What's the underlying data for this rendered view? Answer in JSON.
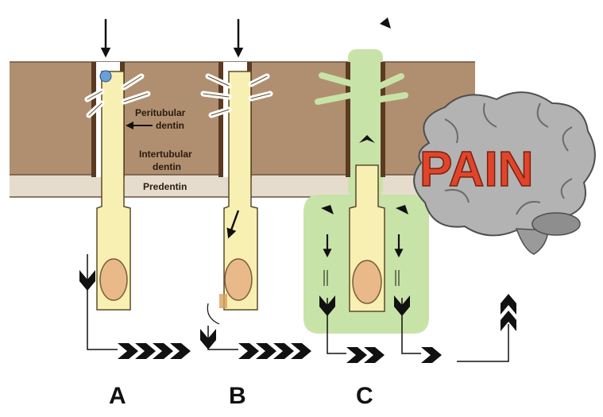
{
  "labels": {
    "peritubular": "Peritubular",
    "peritubular_2": "dentin",
    "intertubular": "Intertubular",
    "intertubular_2": "dentin",
    "predentin": "Predentin",
    "pain": "PAIN"
  },
  "panels": [
    "A",
    "B",
    "C"
  ],
  "colors": {
    "dentin": "#b08f70",
    "predentin": "#e6dccd",
    "cell": "#f8f0b2",
    "nucleus": "#e9b98a",
    "fluid": "#c8e3a8",
    "brain": "#a6a6a6",
    "pain_text": "#e0452b"
  },
  "icons": [
    "stimulus-arrow",
    "impulse-chevron",
    "brain-icon"
  ]
}
